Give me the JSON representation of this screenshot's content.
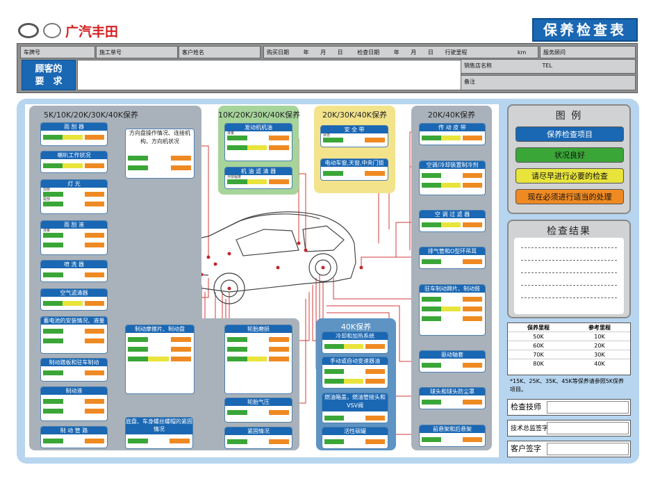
{
  "header": {
    "brand": "广汽丰田",
    "title": "保养检查表"
  },
  "info": {
    "plate": "车牌号",
    "order": "施工单号",
    "customer": "客户姓名",
    "purchase_date": "购买日期",
    "year": "年",
    "month": "月",
    "day": "日",
    "check_date": "检查日期",
    "mileage": "行驶里程",
    "km": "km",
    "advisor": "服务顾问",
    "requirement": "顾客的\n要　求",
    "dealer": "销售店名称",
    "tel": "TEL",
    "remark": "备注"
  },
  "panels": {
    "p5k": "5K/10K/20K/30K/40K保养",
    "p10k": "10K/20K/30K/40K保养",
    "p20k": "20K/30K/40K保养",
    "p2040": "20K/40K保养",
    "p40k": "40K保养"
  },
  "cards": {
    "wiper": "雨 刮 器",
    "horn": "喇叭工作状况",
    "light": "灯 光",
    "washer_fluid": "雨 刮 液",
    "sprayer": "喷 洗 器",
    "air_filter": "空气滤清器",
    "battery": "蓄电池的安装情况、液量",
    "brake_pedal": "制动踏板和驻车制动",
    "brake_fluid": "制动液",
    "brake_pipe": "制 动 管 路",
    "steering": "方向盘操作情况、连接机构、方向机状况",
    "engine_oil": "发动机机油",
    "oil_filter": "机 油 滤 清 器",
    "seatbelt": "安 全 带",
    "power_window": "电动车窗,天窗,中央门锁",
    "belt": "传 动 皮 带",
    "ac_coolant": "空调/冷却装置制冷剂",
    "ac_filter": "空 调 过 滤 器",
    "exhaust": "排气管和O型环吊耳",
    "parking_brake": "驻车制动蹄片、制动鼓",
    "drive_boot": "驱动轴套",
    "ball_joint": "球头和球头防尘罩",
    "suspension": "前悬架和后悬架",
    "brake_pad": "制动摩擦片、制动盘",
    "tire_wear": "轮胎磨损",
    "tire_pressure": "轮胎气压",
    "fastening": "紧固情况",
    "chassis_bolts": "底盘、车身螺丝螺帽的紧固情况",
    "cooling": "冷却和加热系统",
    "transmission": "手动或自动变速器油",
    "fuel": "燃油箱盖，燃油管接头和VSV阀",
    "charcoal": "活性碳罐"
  },
  "row_labels": {
    "status": "状态",
    "level": "液量",
    "dirt": "污损程度",
    "front": "前部",
    "rear": "尾部"
  },
  "legend": {
    "title": "图 例",
    "items": [
      {
        "label": "保养检查项目",
        "color": "#1a67b3"
      },
      {
        "label": "状况良好",
        "color": "#3aa637"
      },
      {
        "label": "请尽早进行必要的检查",
        "color": "#e8e43b"
      },
      {
        "label": "现在必须进行适当的处理",
        "color": "#ef8a22"
      }
    ]
  },
  "results": {
    "title": "检查结果"
  },
  "mileage_table": {
    "headers": [
      "保养里程",
      "参考里程"
    ],
    "rows": [
      [
        "50K",
        "10K"
      ],
      [
        "60K",
        "20K"
      ],
      [
        "70K",
        "30K"
      ],
      [
        "80K",
        "40K"
      ]
    ]
  },
  "note": "*15K、25K、35K、45K等保养请参照5K保养项目。",
  "signatures": {
    "tech": "检查技师",
    "supervisor": "技术总监签字",
    "client": "客户签字"
  }
}
